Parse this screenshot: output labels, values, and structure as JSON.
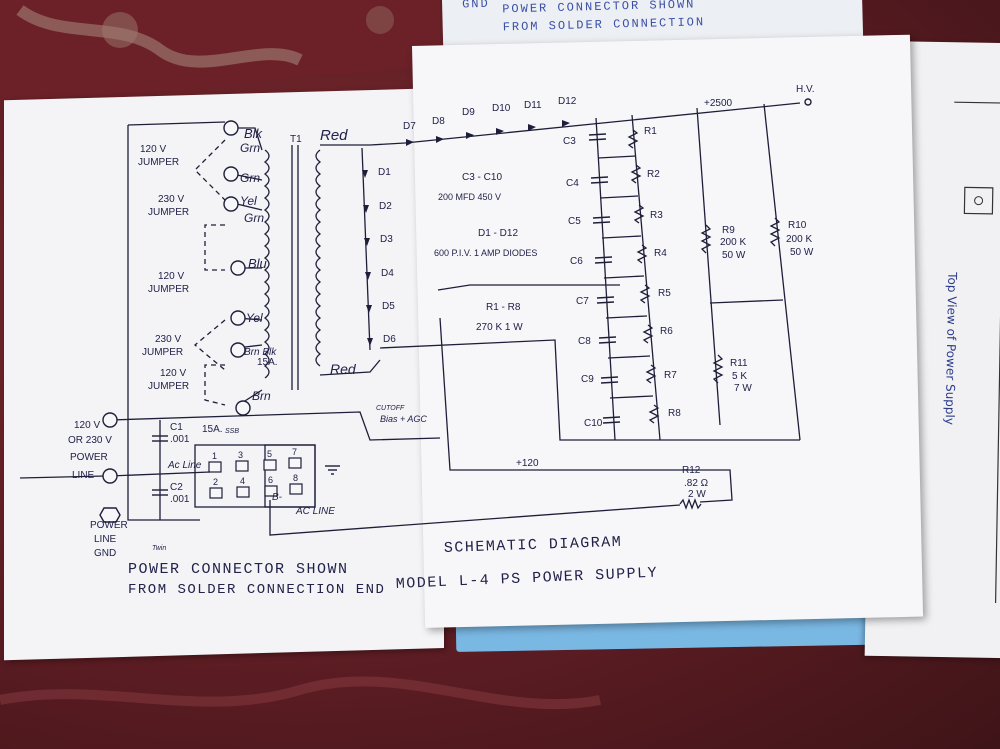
{
  "top_sheet": {
    "line1_left": "GND",
    "line1_right": "POWER CONNECTOR SHOWN",
    "line2": "FROM SOLDER CONNECTION"
  },
  "side_sheet": {
    "vertical_note": "Top View of Power Supply"
  },
  "transformer": {
    "ref": "T1",
    "primary_taps": [
      "Blk",
      "Grn",
      "Grn",
      "Yel",
      "Grn",
      "Blu",
      "Yel",
      "Brn Blk",
      "Brn"
    ],
    "secondary_top": "Red",
    "secondary_bottom": "Red"
  },
  "jumpers": [
    {
      "voltage": "120 V",
      "label": "JUMPER"
    },
    {
      "voltage": "230 V",
      "label": "JUMPER"
    },
    {
      "voltage": "120 V",
      "label": "JUMPER"
    },
    {
      "voltage": "230 V",
      "label": "JUMPER"
    },
    {
      "voltage": "120 V",
      "label": "JUMPER"
    }
  ],
  "fuse_label": "15A.",
  "fuse_label_2": "15A.",
  "fuse_note": "SSB",
  "rectifier_diodes": [
    "D1",
    "D2",
    "D3",
    "D4",
    "D5",
    "D6"
  ],
  "series_diodes": [
    "D7",
    "D8",
    "D9",
    "D10",
    "D11",
    "D12"
  ],
  "capacitors": [
    "C3",
    "C4",
    "C5",
    "C6",
    "C7",
    "C8",
    "C9",
    "C10"
  ],
  "resistors": [
    "R1",
    "R2",
    "R3",
    "R4",
    "R5",
    "R6",
    "R7",
    "R8"
  ],
  "cap_note_1": "C3 - C10",
  "cap_note_2": "200 MFD 450 V",
  "diode_note_1": "D1 - D12",
  "diode_note_2": "600 P.I.V. 1 AMP DIODES",
  "res_note_1": "R1 - R8",
  "res_note_2": "270 K 1 W",
  "r9": {
    "ref": "R9",
    "value": "200 K",
    "watt": "50 W"
  },
  "r10": {
    "ref": "R10",
    "value": "200 K",
    "watt": "50 W"
  },
  "r11": {
    "ref": "R11",
    "value": "5 K",
    "watt": "7 W"
  },
  "r12": {
    "ref": "R12",
    "value": ".82 Ω",
    "watt": "2 W"
  },
  "hv_label": "H.V.",
  "plus2500": "+2500",
  "plus120": "+120",
  "cutoff_1": "CUTOFF",
  "cutoff_2": "Bias + AGC",
  "line_in": {
    "v1": "120 V",
    "v2": "OR 230 V",
    "l1": "POWER",
    "l2": "LINE"
  },
  "gnd": {
    "l1": "POWER",
    "l2": "LINE",
    "l3": "GND"
  },
  "c1": {
    "ref": "C1",
    "value": ".001"
  },
  "c2": {
    "ref": "C2",
    "value": ".001"
  },
  "ac_line": "Ac Line",
  "ac_line_2": "AC LINE",
  "b_minus": "B-",
  "twin": "Twin",
  "connector_pins": [
    "1",
    "3",
    "5",
    "7",
    "2",
    "4",
    "6",
    "8"
  ],
  "caption_left_1": "POWER CONNECTOR SHOWN",
  "caption_left_2": "FROM SOLDER CONNECTION END",
  "caption_right_1": "SCHEMATIC DIAGRAM",
  "caption_right_2": "MODEL L-4 PS POWER SUPPLY"
}
